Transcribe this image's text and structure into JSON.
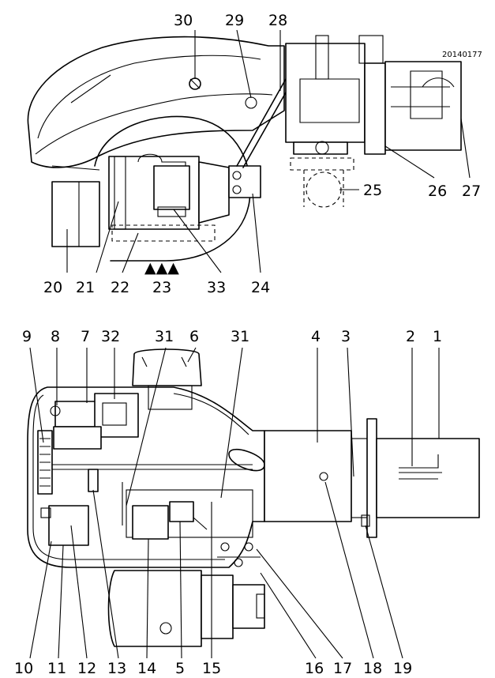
{
  "drawing_code": "20140177",
  "side_view": {
    "callouts": [
      "30",
      "29",
      "28",
      "25",
      "26",
      "27",
      "20",
      "21",
      "22",
      "23",
      "33",
      "24"
    ],
    "air_arrows": "▲▲▲"
  },
  "top_view": {
    "callouts_top": [
      "9",
      "8",
      "7",
      "32",
      "31",
      "6",
      "31",
      "4",
      "3",
      "2",
      "1"
    ],
    "callouts_bottom": [
      "10",
      "11",
      "12",
      "13",
      "14",
      "5",
      "15",
      "16",
      "17",
      "18",
      "19"
    ]
  }
}
